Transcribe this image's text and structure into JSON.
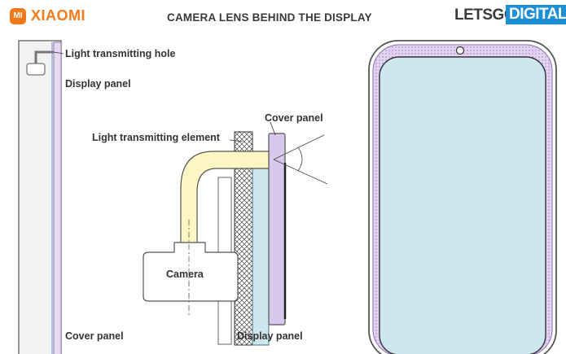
{
  "header": {
    "brand_badge": "MI",
    "brand": "XIAOMI",
    "title": "CAMERA LENS BEHIND THE DISPLAY",
    "source_a": "LETSGO",
    "source_b": "DIGITAL"
  },
  "labels": {
    "light_hole": "Light transmitting hole",
    "display_left": "Display panel",
    "cover_top": "Cover panel",
    "light_element": "Light transmitting element",
    "camera": "Camera",
    "cover_bottom": "Cover panel",
    "display_bottom": "Display panel"
  },
  "colors": {
    "brand": "#f27a1a",
    "source_accent": "#1c8fd6",
    "cover_panel": "#d8c8ec",
    "display_glass": "#cde6ef",
    "light_element": "#fbf6c4"
  }
}
